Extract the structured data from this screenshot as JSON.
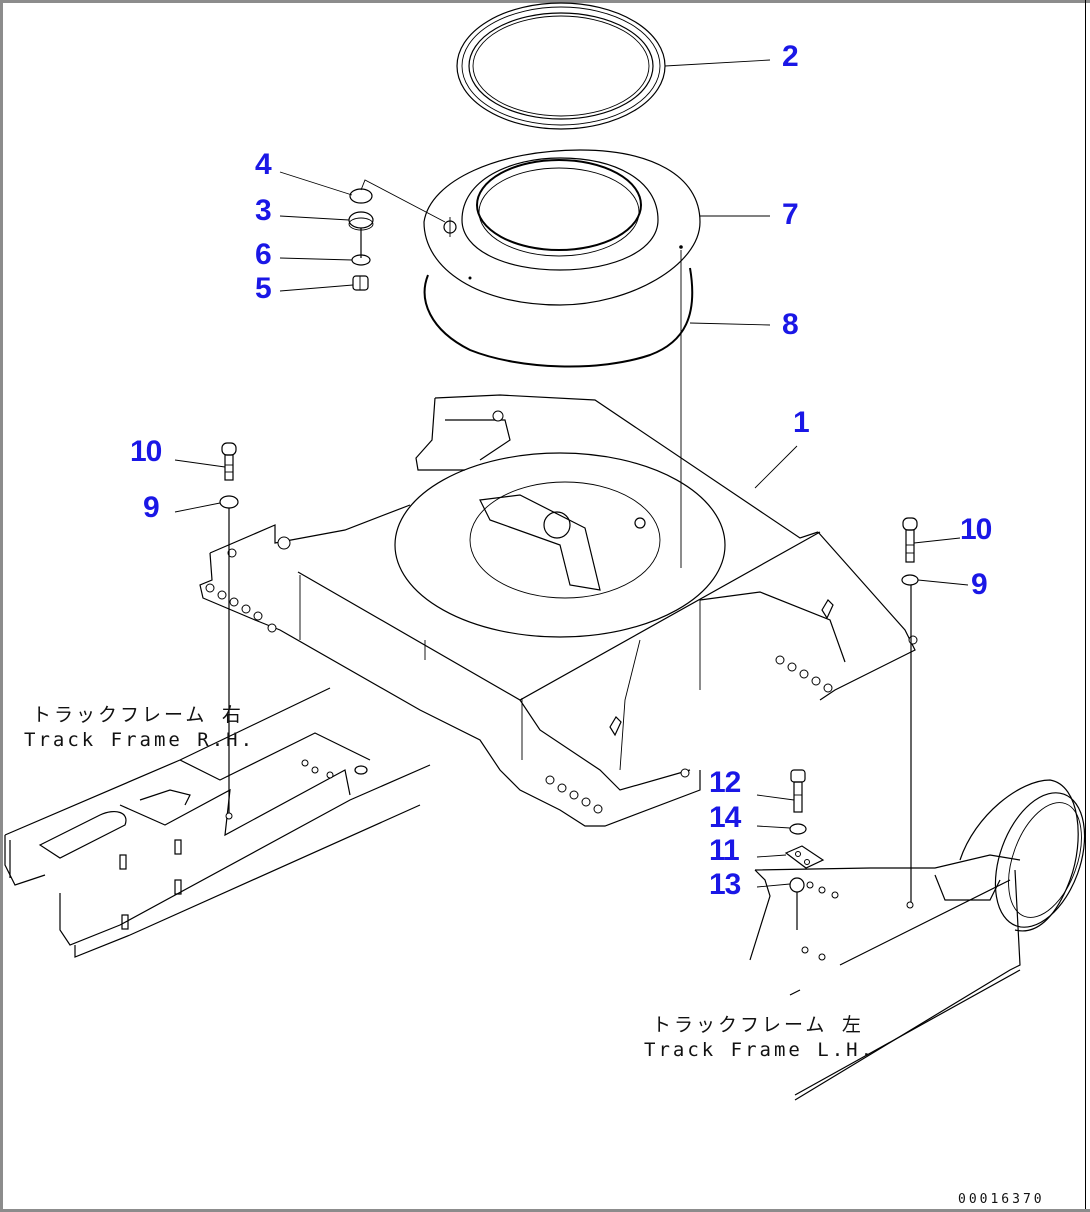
{
  "diagram": {
    "type": "exploded-parts-diagram",
    "drawing_number": "00016370",
    "callouts": [
      {
        "id": "1",
        "part": "carbody-frame"
      },
      {
        "id": "2",
        "part": "ring-seal"
      },
      {
        "id": "3",
        "part": "washer"
      },
      {
        "id": "4",
        "part": "cap"
      },
      {
        "id": "5",
        "part": "nut"
      },
      {
        "id": "6",
        "part": "washer"
      },
      {
        "id": "7",
        "part": "cover"
      },
      {
        "id": "8",
        "part": "seal-skirt"
      },
      {
        "id": "9",
        "part": "washer-left"
      },
      {
        "id": "10",
        "part": "bolt-left"
      },
      {
        "id": "9",
        "part": "washer-right"
      },
      {
        "id": "10",
        "part": "bolt-right"
      },
      {
        "id": "11",
        "part": "plate"
      },
      {
        "id": "12",
        "part": "bolt"
      },
      {
        "id": "13",
        "part": "plug"
      },
      {
        "id": "14",
        "part": "washer"
      }
    ],
    "annotations": {
      "track_frame_rh": {
        "jp": "トラックフレーム 右",
        "en": "Track Frame R.H."
      },
      "track_frame_lh": {
        "jp": "トラックフレーム 左",
        "en": "Track Frame L.H."
      }
    },
    "colors": {
      "callout": "#1a17e6",
      "line": "#000000",
      "border": "#8c8c8c",
      "background": "#ffffff"
    }
  }
}
